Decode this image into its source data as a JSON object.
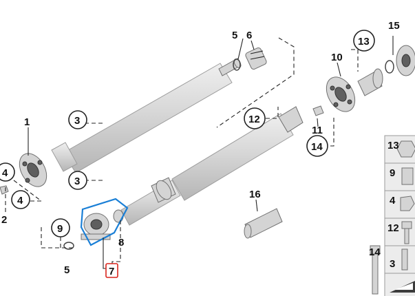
{
  "callouts": {
    "c1": "1",
    "c2": "2",
    "c3a": "3",
    "c3b": "3",
    "c4a": "4",
    "c4b": "4",
    "c5a": "5",
    "c5b": "5",
    "c6": "6",
    "c7": "7",
    "c8": "8",
    "c9": "9",
    "c10": "10",
    "c11": "11",
    "c12": "12",
    "c13": "13",
    "c14": "14",
    "c15": "15",
    "c16": "16"
  },
  "side_panel": {
    "items": [
      "13",
      "9",
      "4",
      "12",
      "3"
    ],
    "bolt_label": "14"
  },
  "colors": {
    "highlight_outline": "#1a7fd6",
    "selected_box": "#d9241c"
  }
}
